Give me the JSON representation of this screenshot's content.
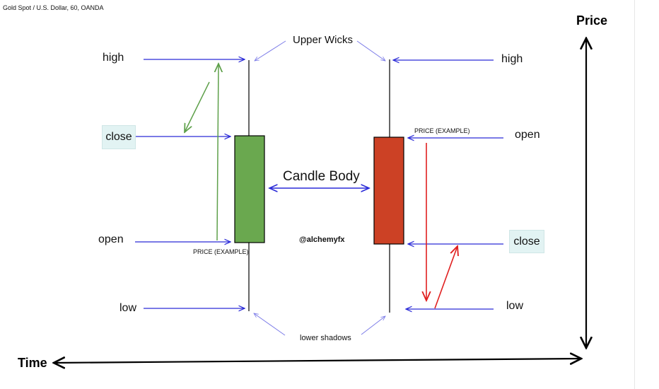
{
  "header": {
    "symbol": "Gold Spot / U.S. Dollar, 60, OANDA"
  },
  "axes": {
    "price": "Price",
    "time": "Time"
  },
  "annotations": {
    "upper_wicks": "Upper Wicks",
    "candle_body": "Candle Body",
    "lower_shadows": "lower shadows",
    "watermark": "@alchemyfx"
  },
  "bullish_candle": {
    "high": "high",
    "close": "close",
    "open": "open",
    "low": "low",
    "price_example": "PRICE (EXAMPLE)",
    "color": "#6aa84f"
  },
  "bearish_candle": {
    "high": "high",
    "open": "open",
    "close": "close",
    "low": "low",
    "price_example": "PRICE (EXAMPLE)",
    "color": "#cc4125"
  },
  "colors": {
    "pointer": "#2b2bd8",
    "bull_arrow": "#5ea04a",
    "bear_arrow": "#e02020"
  }
}
